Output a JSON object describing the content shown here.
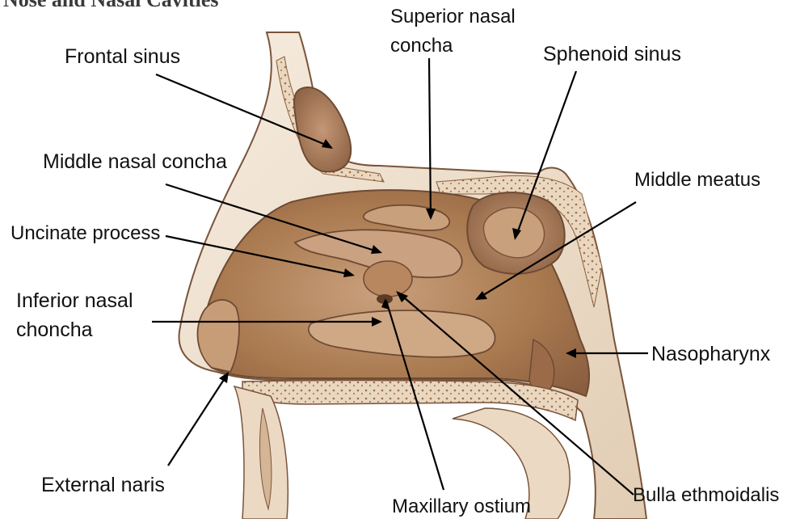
{
  "title_fragment": "Nose and Nasal Cavities",
  "labels": {
    "frontal_sinus": "Frontal sinus",
    "superior_nasal_concha_line1": "Superior nasal",
    "superior_nasal_concha_line2": "concha",
    "sphenoid_sinus": "Sphenoid sinus",
    "middle_nasal_concha": "Middle nasal concha",
    "middle_meatus": "Middle meatus",
    "uncinate_process": "Uncinate process",
    "inferior_nasal_concha_line1": "Inferior nasal",
    "inferior_nasal_concha_line2": "choncha",
    "nasopharynx": "Nasopharynx",
    "external_naris": "External naris",
    "maxillary_ostium": "Maxillary ostium",
    "bulla_ethmoidalis": "Bulla ethmoidalis"
  },
  "colors": {
    "tissue": "#b88f6c",
    "tissue_light": "#d8bda0",
    "tissue_dark": "#7a543b",
    "bone": "#f1e4d2",
    "line": "#000000"
  }
}
